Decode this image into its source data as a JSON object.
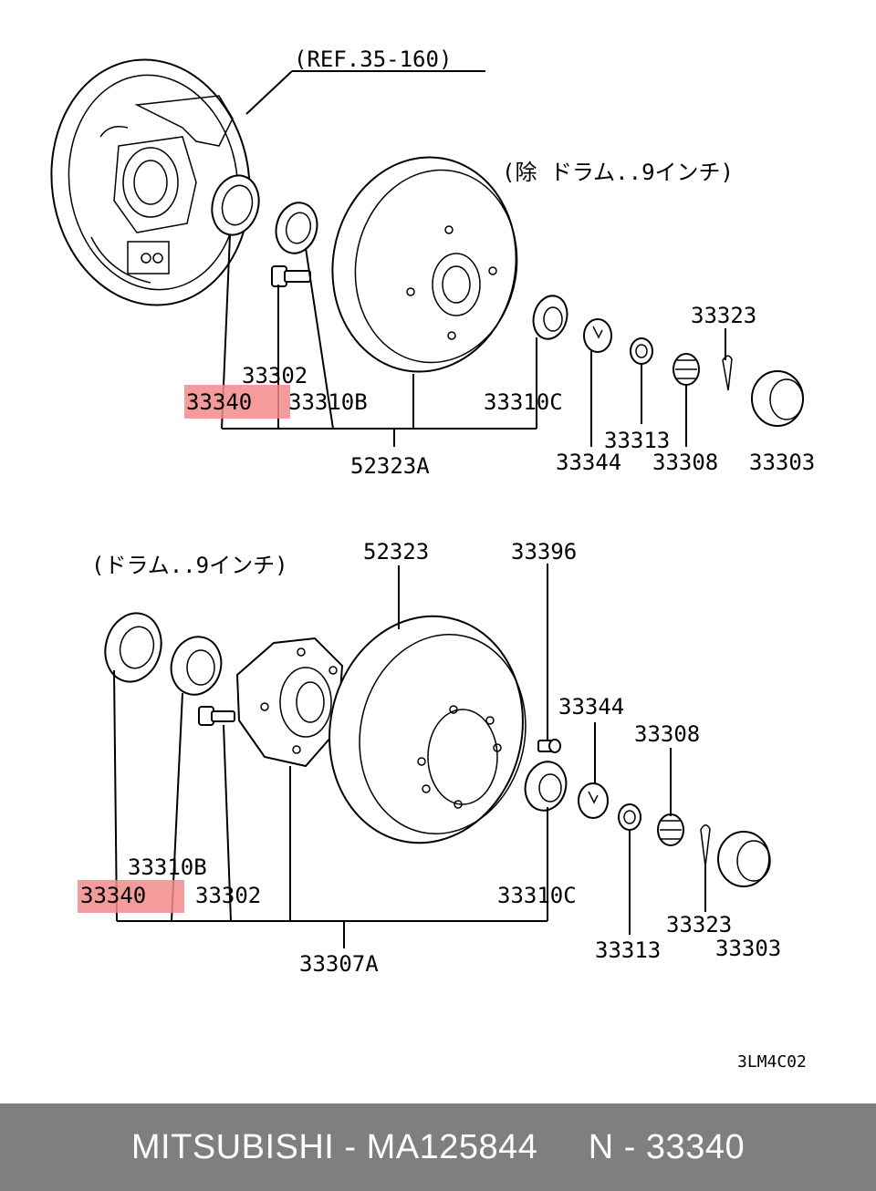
{
  "top_section": {
    "ref_label": "(REF.35-160)",
    "note": "(除 ドラム..9インチ)",
    "labels": {
      "p33302": "33302",
      "p33340": "33340",
      "p33310B": "33310B",
      "p33310C": "33310C",
      "p52323A": "52323A",
      "p33323": "33323",
      "p33313": "33313",
      "p33344": "33344",
      "p33308": "33308",
      "p33303": "33303"
    }
  },
  "bottom_section": {
    "note": "(ドラム..9インチ)",
    "labels": {
      "p52323": "52323",
      "p33396": "33396",
      "p33344": "33344",
      "p33308": "33308",
      "p33310B": "33310B",
      "p33340": "33340",
      "p33302": "33302",
      "p33310C": "33310C",
      "p33323": "33323",
      "p33313": "33313",
      "p33303": "33303",
      "p33307A": "33307A"
    }
  },
  "diagram_code": "3LM4C02",
  "highlight_color": "#f28b8b",
  "footer": {
    "brand": "MITSUBISHI",
    "part_number": "MA125844",
    "ref": "N - 33340",
    "text": "MITSUBISHI - MA125844     N - 33340"
  }
}
